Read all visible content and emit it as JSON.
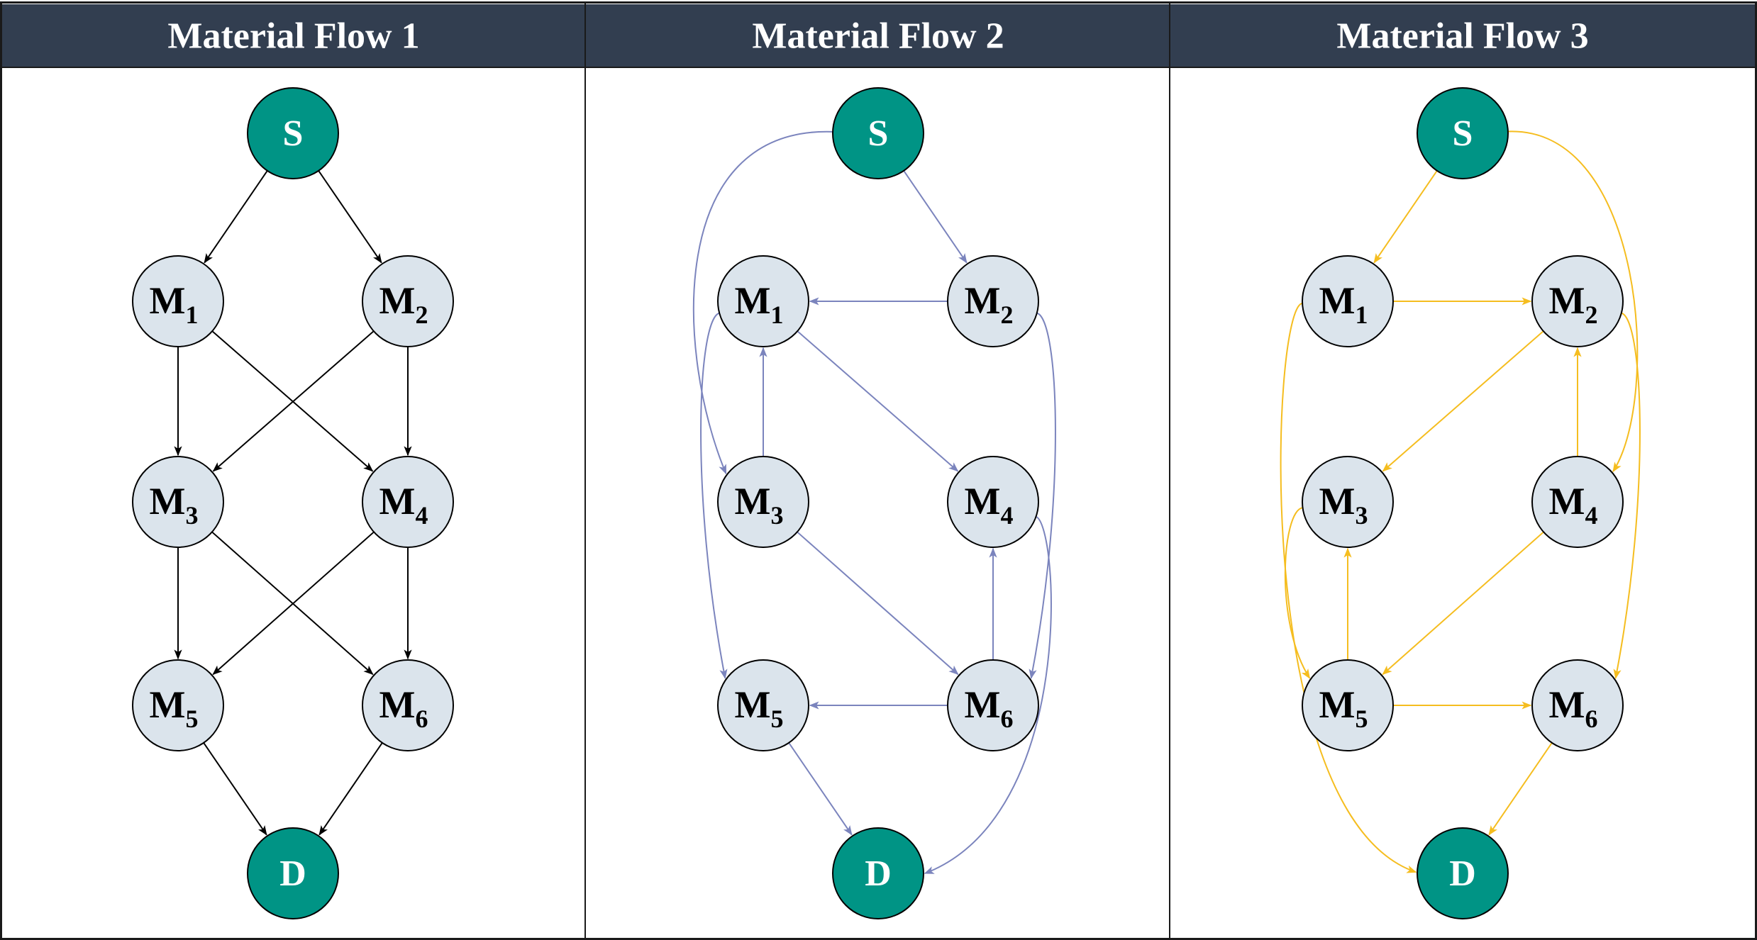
{
  "colors": {
    "header_bg": "#323e50",
    "header_text": "#ffffff",
    "border": "#1a1a1a",
    "terminal_fill": "#009485",
    "terminal_text": "#ffffff",
    "machine_fill": "#dbe4ec",
    "machine_text": "#000000",
    "node_stroke": "#000000"
  },
  "panels": [
    {
      "title": "Material Flow 1",
      "edge_color": "#000000",
      "nodes": [
        {
          "id": "S",
          "base": "S",
          "sub": "",
          "kind": "terminal"
        },
        {
          "id": "M1",
          "base": "M",
          "sub": "1",
          "kind": "machine"
        },
        {
          "id": "M2",
          "base": "M",
          "sub": "2",
          "kind": "machine"
        },
        {
          "id": "M3",
          "base": "M",
          "sub": "3",
          "kind": "machine"
        },
        {
          "id": "M4",
          "base": "M",
          "sub": "4",
          "kind": "machine"
        },
        {
          "id": "M5",
          "base": "M",
          "sub": "5",
          "kind": "machine"
        },
        {
          "id": "M6",
          "base": "M",
          "sub": "6",
          "kind": "machine"
        },
        {
          "id": "D",
          "base": "D",
          "sub": "",
          "kind": "terminal"
        }
      ],
      "edges": [
        {
          "from": "S",
          "to": "M1"
        },
        {
          "from": "S",
          "to": "M2"
        },
        {
          "from": "M1",
          "to": "M3"
        },
        {
          "from": "M1",
          "to": "M4"
        },
        {
          "from": "M2",
          "to": "M3"
        },
        {
          "from": "M2",
          "to": "M4"
        },
        {
          "from": "M3",
          "to": "M5"
        },
        {
          "from": "M3",
          "to": "M6"
        },
        {
          "from": "M4",
          "to": "M5"
        },
        {
          "from": "M4",
          "to": "M6"
        },
        {
          "from": "M5",
          "to": "D"
        },
        {
          "from": "M6",
          "to": "D"
        }
      ]
    },
    {
      "title": "Material Flow 2",
      "edge_color": "#7b84bd",
      "nodes": [
        {
          "id": "S",
          "base": "S",
          "sub": "",
          "kind": "terminal"
        },
        {
          "id": "M1",
          "base": "M",
          "sub": "1",
          "kind": "machine"
        },
        {
          "id": "M2",
          "base": "M",
          "sub": "2",
          "kind": "machine"
        },
        {
          "id": "M3",
          "base": "M",
          "sub": "3",
          "kind": "machine"
        },
        {
          "id": "M4",
          "base": "M",
          "sub": "4",
          "kind": "machine"
        },
        {
          "id": "M5",
          "base": "M",
          "sub": "5",
          "kind": "machine"
        },
        {
          "id": "M6",
          "base": "M",
          "sub": "6",
          "kind": "machine"
        },
        {
          "id": "D",
          "base": "D",
          "sub": "",
          "kind": "terminal"
        }
      ],
      "edges": [
        {
          "from": "S",
          "to": "M2"
        },
        {
          "from": "S",
          "to": "M3"
        },
        {
          "from": "M2",
          "to": "M1"
        },
        {
          "from": "M3",
          "to": "M1"
        },
        {
          "from": "M1",
          "to": "M4"
        },
        {
          "from": "M1",
          "to": "M5"
        },
        {
          "from": "M2",
          "to": "M6"
        },
        {
          "from": "M3",
          "to": "M6"
        },
        {
          "from": "M6",
          "to": "M4"
        },
        {
          "from": "M6",
          "to": "M5"
        },
        {
          "from": "M4",
          "to": "D"
        },
        {
          "from": "M5",
          "to": "D"
        }
      ]
    },
    {
      "title": "Material Flow 3",
      "edge_color": "#f5bd1f",
      "nodes": [
        {
          "id": "S",
          "base": "S",
          "sub": "",
          "kind": "terminal"
        },
        {
          "id": "M1",
          "base": "M",
          "sub": "1",
          "kind": "machine"
        },
        {
          "id": "M2",
          "base": "M",
          "sub": "2",
          "kind": "machine"
        },
        {
          "id": "M3",
          "base": "M",
          "sub": "3",
          "kind": "machine"
        },
        {
          "id": "M4",
          "base": "M",
          "sub": "4",
          "kind": "machine"
        },
        {
          "id": "M5",
          "base": "M",
          "sub": "5",
          "kind": "machine"
        },
        {
          "id": "M6",
          "base": "M",
          "sub": "6",
          "kind": "machine"
        },
        {
          "id": "D",
          "base": "D",
          "sub": "",
          "kind": "terminal"
        }
      ],
      "edges": [
        {
          "from": "S",
          "to": "M1"
        },
        {
          "from": "S",
          "to": "M4"
        },
        {
          "from": "M1",
          "to": "M2"
        },
        {
          "from": "M1",
          "to": "D"
        },
        {
          "from": "M2",
          "to": "M3"
        },
        {
          "from": "M2",
          "to": "M6"
        },
        {
          "from": "M4",
          "to": "M2"
        },
        {
          "from": "M3",
          "to": "M5"
        },
        {
          "from": "M5",
          "to": "M3"
        },
        {
          "from": "M4",
          "to": "M5"
        },
        {
          "from": "M5",
          "to": "M6"
        },
        {
          "from": "M6",
          "to": "D"
        }
      ]
    }
  ]
}
